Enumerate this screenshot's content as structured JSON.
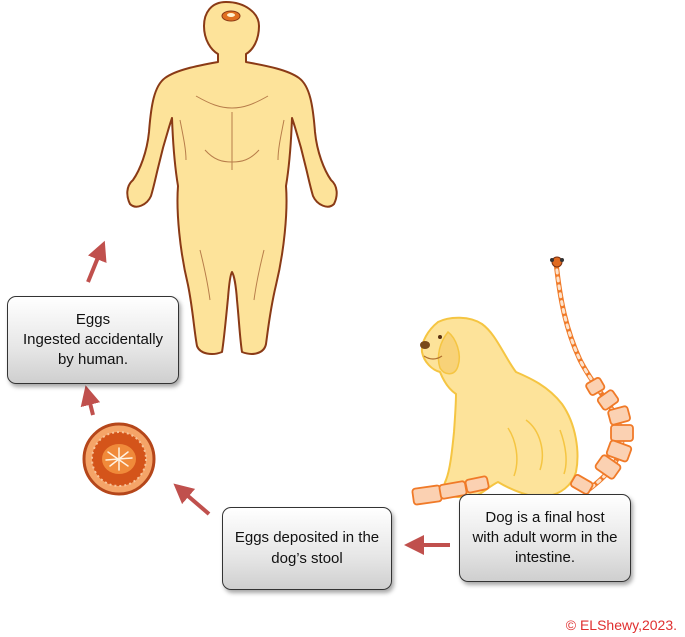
{
  "box_eggs": {
    "line1": "Eggs",
    "line2": "Ingested accidentally",
    "line3": "by human."
  },
  "box_stool": {
    "line1": "Eggs deposited in the",
    "line2": "dog’s stool"
  },
  "box_dog": {
    "line1": "Dog is a final host",
    "line2": "with adult worm in the",
    "line3": "intestine."
  },
  "copyright": "© ELShewy,2023.",
  "colors": {
    "arrow": "#c0504d",
    "skin": "#fde39a",
    "outline": "#8a3a16",
    "worm": "#f07a28",
    "egg": "#d4541a"
  },
  "icons": [
    "human-figure",
    "dog-figure",
    "tapeworm-figure",
    "egg-icon"
  ]
}
